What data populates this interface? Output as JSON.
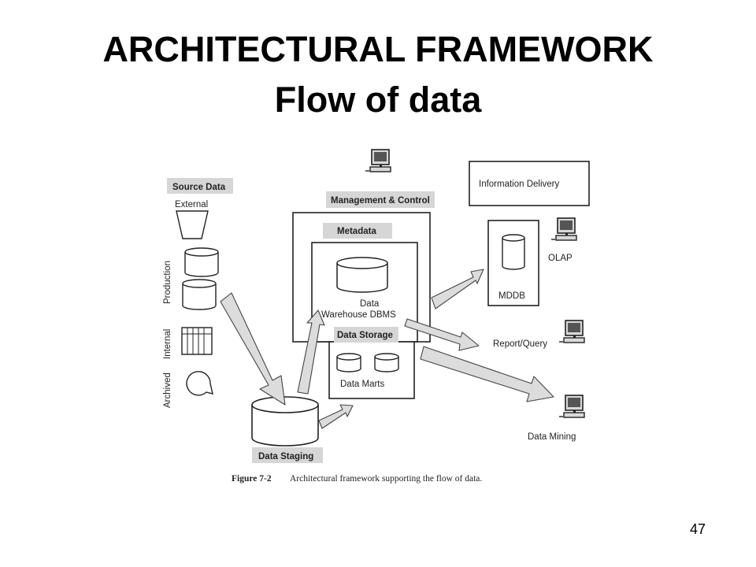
{
  "slide": {
    "title_line1": "ARCHITECTURAL FRAMEWORK",
    "title_line2": "Flow of data",
    "page_number": "47"
  },
  "diagram": {
    "source_data_label": "Source Data",
    "external_label": "External",
    "production_label": "Production",
    "internal_label": "Internal",
    "archived_label": "Archived",
    "management_control_label": "Management & Control",
    "metadata_label": "Metadata",
    "warehouse_label_line1": "Data",
    "warehouse_label_line2": "Warehouse DBMS",
    "data_storage_label": "Data Storage",
    "data_marts_label": "Data Marts",
    "data_staging_label": "Data Staging",
    "information_delivery_label": "Information Delivery",
    "olap_label": "OLAP",
    "mddb_label": "MDDB",
    "report_query_label": "Report/Query",
    "data_mining_label": "Data Mining",
    "caption_figure": "Figure 7-2",
    "caption_text": "Architectural framework supporting the flow of data."
  }
}
